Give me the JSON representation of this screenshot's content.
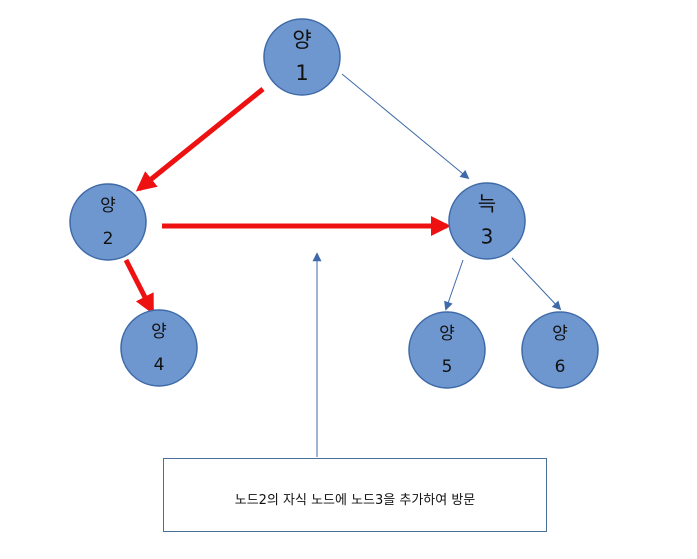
{
  "nodes": [
    {
      "id": "1",
      "state": "양",
      "number": "1"
    },
    {
      "id": "2",
      "state": "양",
      "number": "2"
    },
    {
      "id": "3",
      "state": "늑",
      "number": "3"
    },
    {
      "id": "4",
      "state": "양",
      "number": "4"
    },
    {
      "id": "5",
      "state": "양",
      "number": "5"
    },
    {
      "id": "6",
      "state": "양",
      "number": "6"
    }
  ],
  "edges": [
    {
      "from": "1",
      "to": "2",
      "style": "highlight"
    },
    {
      "from": "1",
      "to": "3",
      "style": "normal"
    },
    {
      "from": "2",
      "to": "3",
      "style": "highlight"
    },
    {
      "from": "2",
      "to": "4",
      "style": "highlight"
    },
    {
      "from": "3",
      "to": "5",
      "style": "normal"
    },
    {
      "from": "3",
      "to": "6",
      "style": "normal"
    }
  ],
  "colors": {
    "node_fill": "#6f97cf",
    "node_stroke": "#3e6aa7",
    "highlight_edge": "#ee1111",
    "normal_edge": "#3e6aa7"
  },
  "callout": {
    "text": "노드2의 자식 노드에 노드3을 추가하여 방문"
  }
}
